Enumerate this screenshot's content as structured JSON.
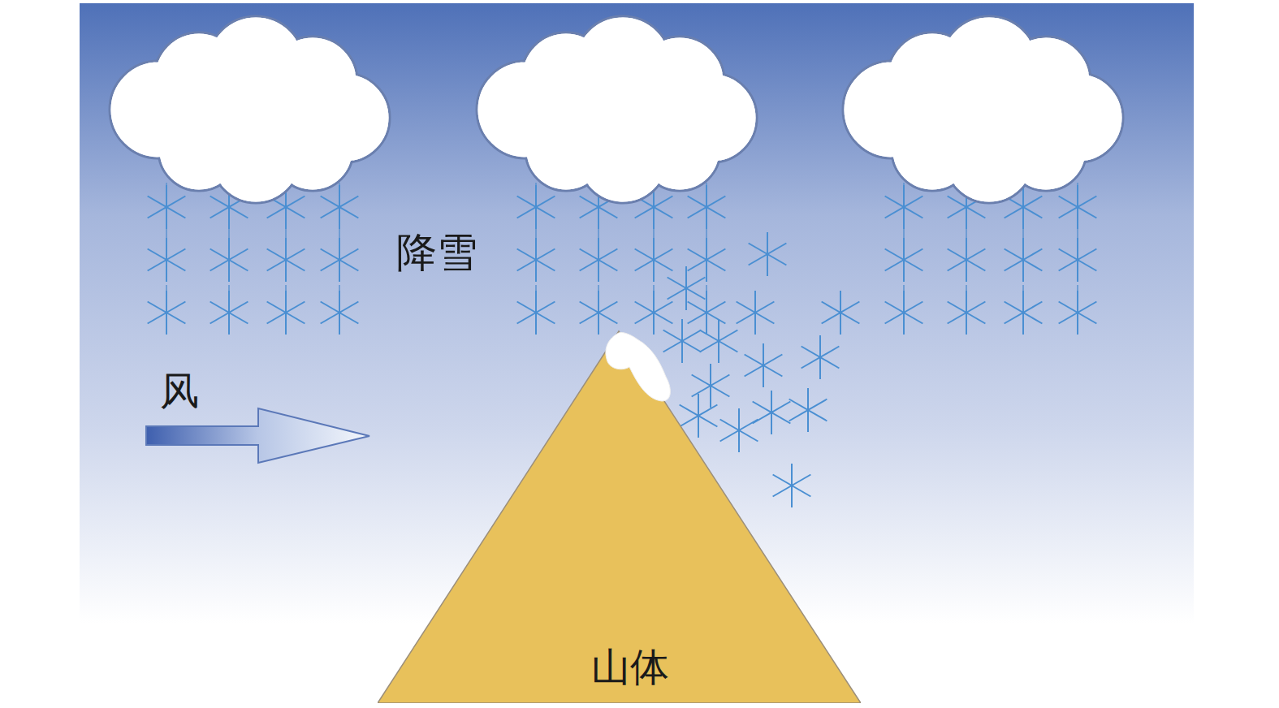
{
  "diagram": {
    "nodes": [
      {
        "text": [
          "山体"
        ]
      }
    ],
    "labels": [
      "降雪",
      "风"
    ]
  }
}
